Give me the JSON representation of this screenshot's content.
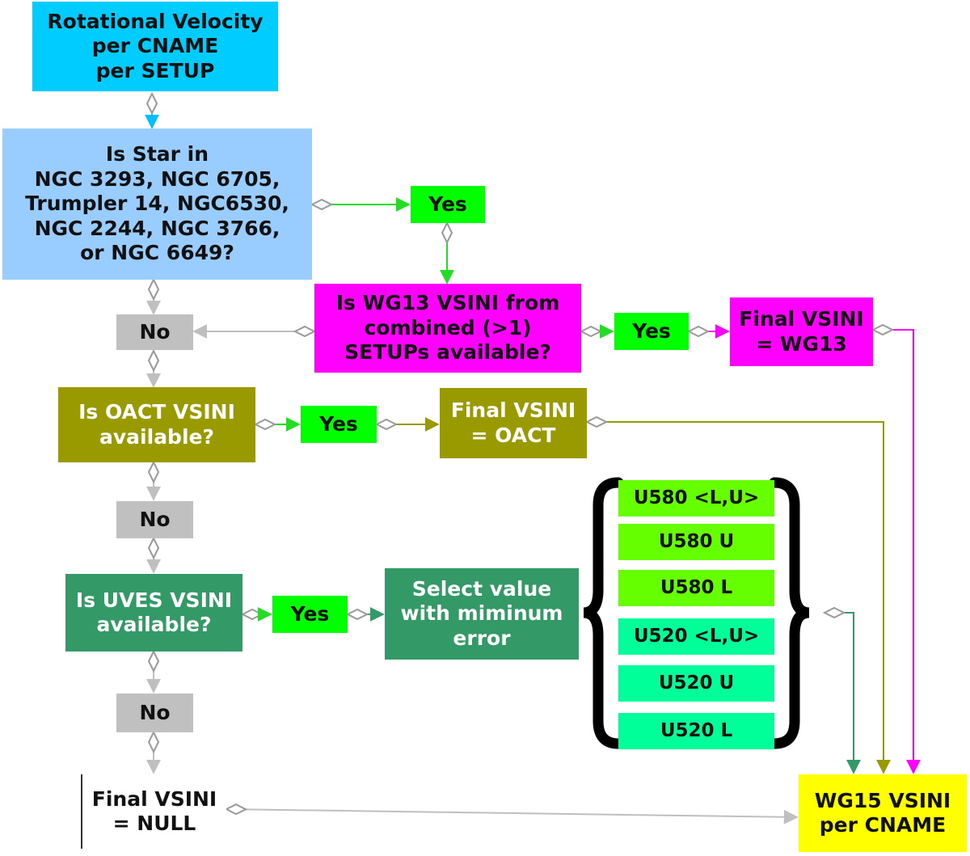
{
  "colors": {
    "start": "#00CCFF",
    "question_star": "#99CCFF",
    "magenta": "#FF00FF",
    "olive": "#999900",
    "uves_green": "#339966",
    "yes_green": "#00FF00",
    "no_gray": "#C0C0C0",
    "u580": "#66FF00",
    "u520": "#00FF99",
    "result": "#FFFF00",
    "edge_gray": "#BFBFBF"
  },
  "nodes": {
    "start": "Rotational Velocity\nper CNAME\nper SETUP",
    "q_star": "Is Star in\nNGC 3293, NGC 6705,\nTrumpler 14, NGC6530,\nNGC 2244, NGC 3766,\nor NGC 6649?",
    "yes_star": "Yes",
    "q_wg13": "Is WG13 VSINI from\ncombined (>1)\nSETUPs available?",
    "yes_wg13": "Yes",
    "final_wg13": "Final VSINI\n= WG13",
    "no_1": "No",
    "q_oact": "Is OACT VSINI\navailable?",
    "yes_oact": "Yes",
    "final_oact": "Final VSINI\n= OACT",
    "no_2": "No",
    "q_uves": "Is UVES VSINI\navailable?",
    "yes_uves": "Yes",
    "select_min": "Select value\nwith miminum\nerror",
    "no_3": "No",
    "final_null": "Final VSINI\n= NULL",
    "wg15": "WG15 VSINI\nper CNAME"
  },
  "options": [
    "U580 <L,U>",
    "U580 U",
    "U580 L",
    "U520 <L,U>",
    "U520 U",
    "U520 L"
  ]
}
